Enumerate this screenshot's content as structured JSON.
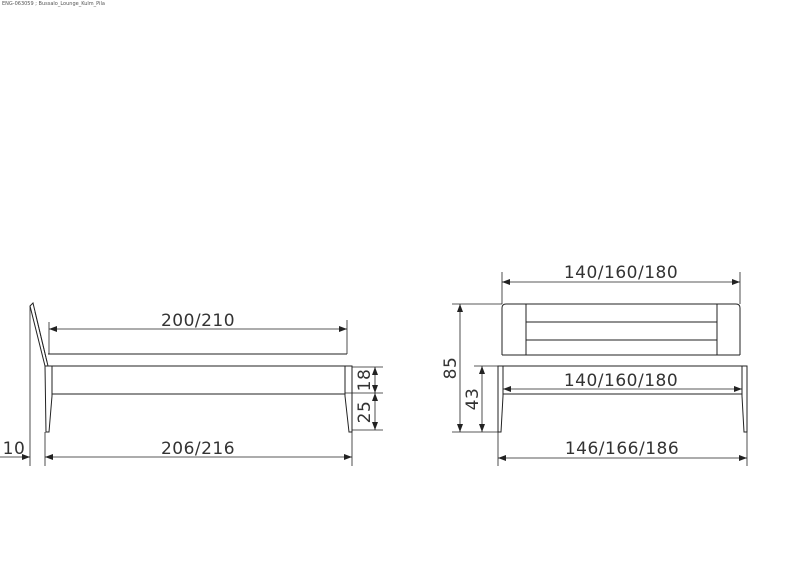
{
  "caption": "ENG-063059 ; Bussalo_Lounge_Kulm_Pila",
  "side_view": {
    "mattress_length": "200/210",
    "overall_length": "206/216",
    "headboard_offset": "10",
    "rail_height": "18",
    "leg_height": "25"
  },
  "front_view": {
    "headboard_width": "140/160/180",
    "inner_width": "140/160/180",
    "overall_width": "146/166/186",
    "total_height": "85",
    "bed_height": "43"
  },
  "line_color": "#222222"
}
